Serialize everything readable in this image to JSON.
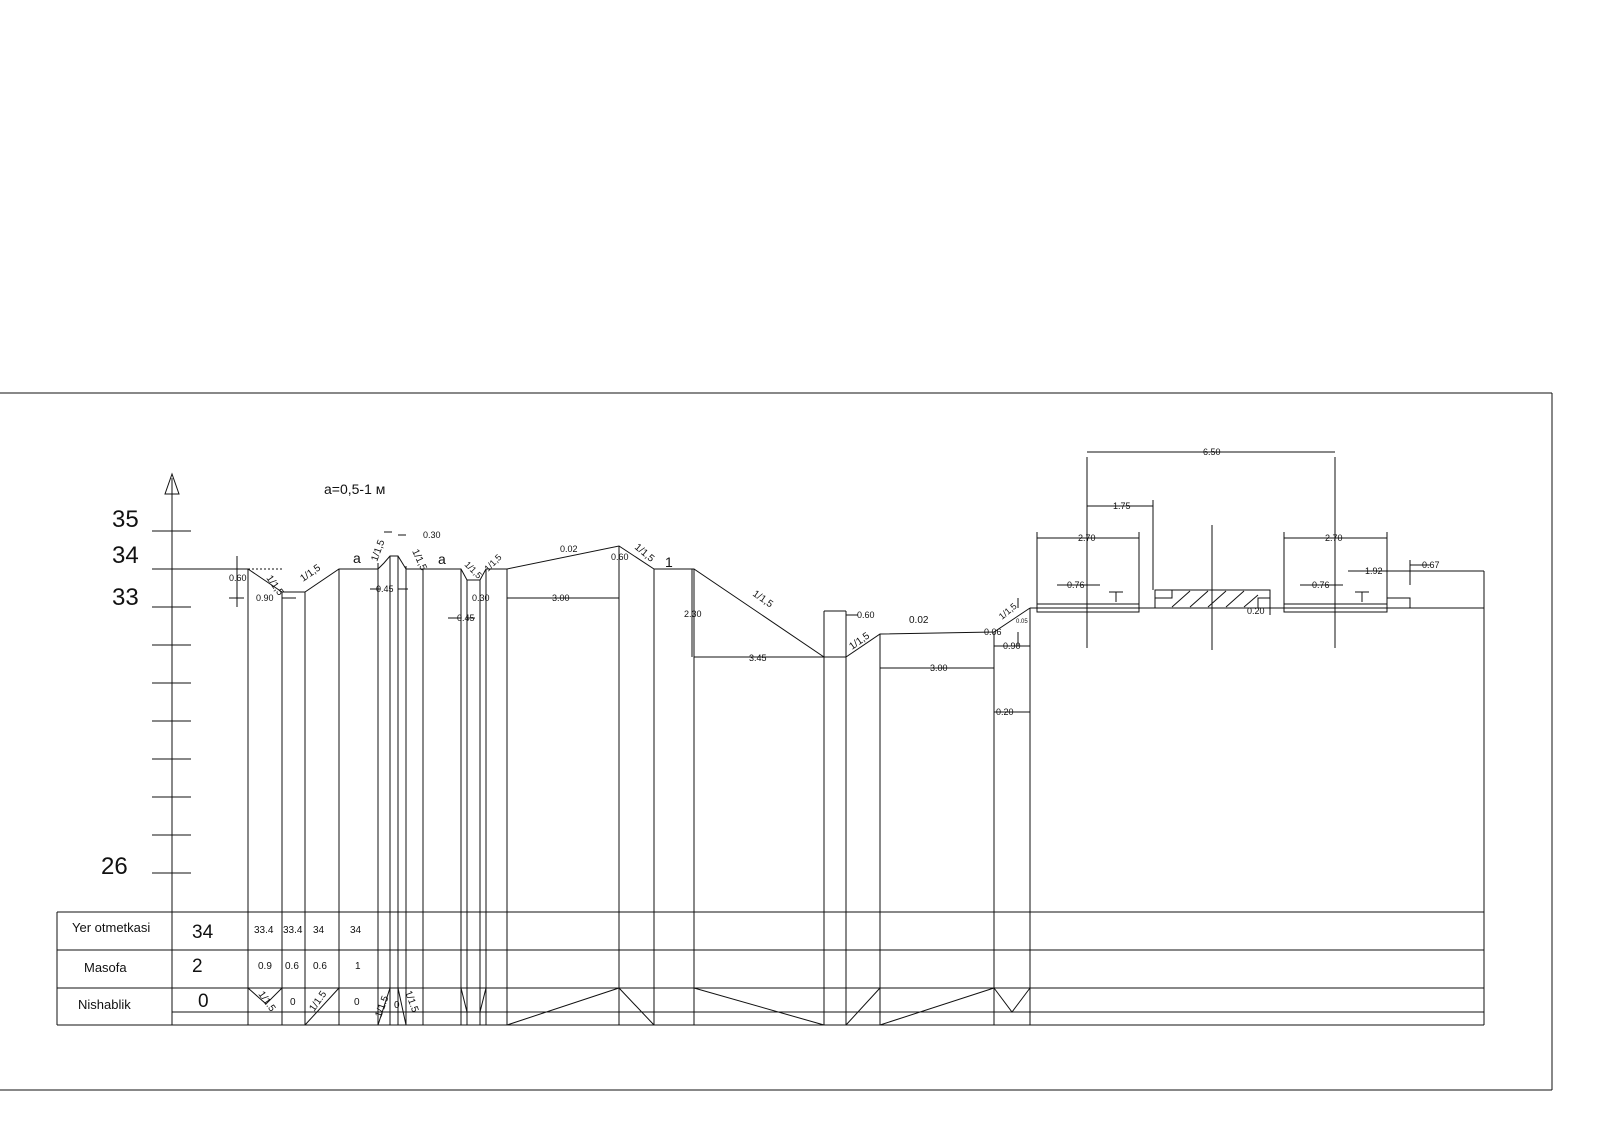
{
  "note": "a=0,5-1 м",
  "scale_labels": [
    "35",
    "34",
    "33",
    "26"
  ],
  "table": {
    "rows": [
      {
        "label": "Yer otmetkasi",
        "first": "34",
        "cells": [
          "33.4",
          "33.4",
          "34",
          "34"
        ]
      },
      {
        "label": "Masofa",
        "first": "2",
        "cells": [
          "0.9",
          "0.6",
          "0.6",
          "1"
        ]
      },
      {
        "label": "Nishablik",
        "first": "0",
        "cells": [
          "1/1.5",
          "0",
          "1/1.5",
          "0",
          "1/1.5",
          "0",
          "1/1.5"
        ]
      }
    ]
  },
  "labels": {
    "a": "a",
    "one": "1",
    "slope": "1/1.5",
    "slope_comma": "1/1,5"
  },
  "dimensions": {
    "d060": "0.60",
    "d090": "0.90",
    "d045": "0.45",
    "d030": "0.30",
    "d300": "3.00",
    "d002": "0.02",
    "d230": "2.30",
    "d345": "3.45",
    "d006": "0.06",
    "d020": "0.20",
    "d005": "0.05",
    "d650": "6.50",
    "d175": "1.75",
    "d270": "2.70",
    "d076": "0.76",
    "d192": "1.92",
    "d067": "0.67"
  }
}
